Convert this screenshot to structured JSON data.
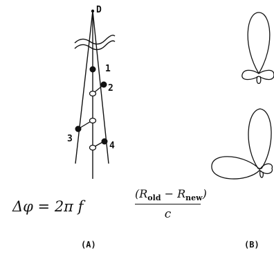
{
  "diagram": {
    "point_top": "D",
    "markers": [
      "1",
      "2",
      "3",
      "4"
    ],
    "panel_a": "(A)",
    "panel_b": "(B)",
    "equation": {
      "lhs": "Δφ = 2π f",
      "numerator_open": "(",
      "r_old_symbol": "R",
      "r_old_sub": "old",
      "minus": " − ",
      "r_new_symbol": "R",
      "r_new_sub": "new",
      "numerator_close": ")",
      "denominator": "c"
    }
  }
}
